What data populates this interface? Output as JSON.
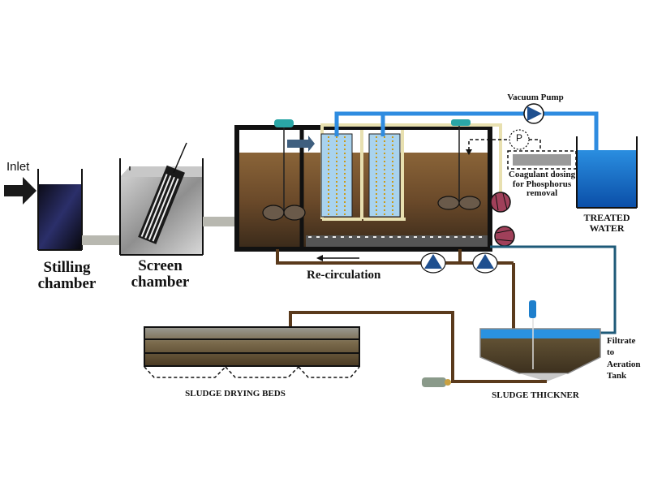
{
  "diagram": {
    "title": "Membrane Bioreactor Wastewater Treatment Process",
    "labels": {
      "inlet": "Inlet",
      "stilling_chamber": [
        "Stilling",
        "chamber"
      ],
      "screen_chamber": [
        "Screen",
        "chamber"
      ],
      "vacuum_pump": "Vacuum Pump",
      "phosphorus_pump_symbol": "P",
      "coagulant": [
        "Coagulant dosing",
        "for Phosphorus",
        "removal"
      ],
      "treated_water": [
        "TREATED",
        "WATER"
      ],
      "recirculation": "Re-circulation",
      "sludge_drying_beds": "SLUDGE DRYING BEDS",
      "sludge_thickener": "SLUDGE THICKNER",
      "filtrate": [
        "Filtrate",
        "to",
        "Aeration",
        "Tank"
      ]
    },
    "colors": {
      "permeate_pipe": "#2f8ce0",
      "air_pipe": "#e8e0b0",
      "sludge_pipe": "#5a3a1c",
      "filtrate_pipe": "#1e5a78",
      "pump_blue": "#1e4f8f",
      "blower": "#a0405a",
      "tank_liquid": "#6b4a2a",
      "treated_water": "#1b6fc8",
      "membrane": "#a9d3ee",
      "mixer": "#2aa6a6"
    }
  }
}
